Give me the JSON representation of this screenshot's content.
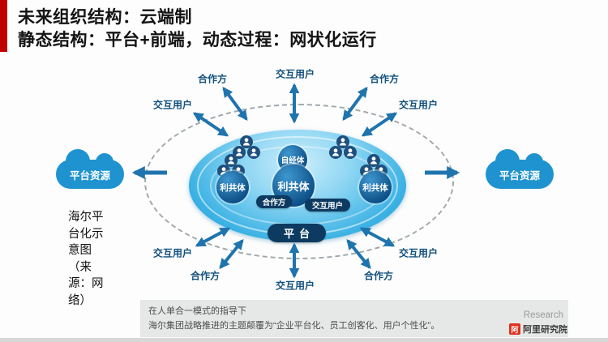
{
  "colors": {
    "accent_red": "#c00000",
    "arrow_blue": "#1f74ad",
    "disc_blue": "#2fa7dd",
    "navy": "#0d3a61",
    "cloud_blue": "#1e93cf",
    "label_blue": "#13517e"
  },
  "title": {
    "line1": "未来组织结构：云端制",
    "line2": "静态结构：平台+前端，动态过程：网状化运行"
  },
  "diagram": {
    "outer_labels": {
      "top_left": "合作方",
      "top_center": "交互用户",
      "top_right": "合作方",
      "upper_left": "交互用户",
      "upper_right": "交互用户",
      "lower_left": "交互用户",
      "lower_right": "交互用户",
      "bottom_left": "合作方",
      "bottom_center": "交互用户",
      "bottom_right": "合作方"
    },
    "clouds": {
      "left": "平台资源",
      "right": "平台资源"
    },
    "inner": {
      "self_employed": "自经体",
      "center_community": "利共体",
      "left_community": "利共体",
      "right_community": "利共体",
      "partner_pill": "合作方",
      "user_pill": "交互用户",
      "platform": "平台"
    }
  },
  "caption": "海尔平台化示意图（来源：网络）",
  "note": {
    "line1": "在人单合一模式的指导下",
    "line2": "海尔集团战略推进的主题颠覆为“企业平台化、员工创客化、用户个性化”。"
  },
  "footer": {
    "brand_en": "Research",
    "brand_cn": "阿里研究院",
    "logo_glyph": "阿"
  }
}
